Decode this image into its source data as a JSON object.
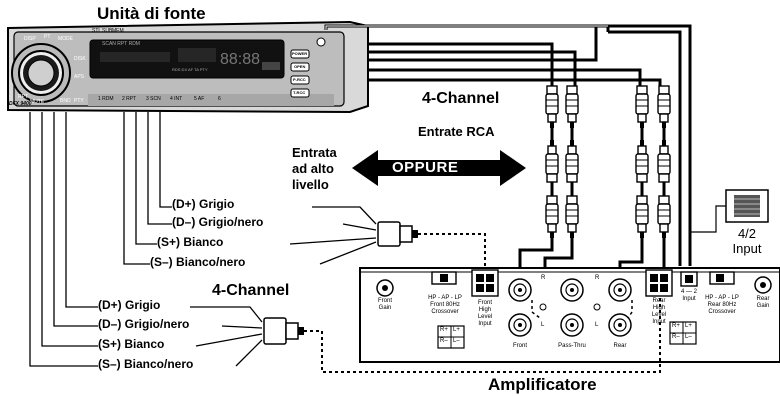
{
  "title": "Unità di fonte",
  "amplifier_title": "Amplificatore",
  "head_unit": {
    "model": "DFX 9400",
    "top_small": [
      "DISP",
      "PT",
      "MODE",
      "STL",
      "SUB",
      "MEM",
      "DISK",
      "APS",
      "RPT"
    ],
    "side_buttons": [
      "POWER",
      "OPEN",
      "P-RCC",
      "T-RCC"
    ],
    "left_buttons": [
      "BND",
      "MUTE",
      "PTY"
    ],
    "presets": [
      "1 RDM",
      "2 RPT",
      "3 SCN",
      "4 INT",
      "5 AF",
      "6"
    ],
    "display_top": "SCAN RPT RDM",
    "display_bottom": "RDS DX AF TA PTY"
  },
  "rca_top_label": "4-Channel",
  "rca_bottom_label": "Entrate RCA",
  "or_block": {
    "line1": "Entrata",
    "line2": "ad alto",
    "line3": "livello",
    "oppure": "OPPURE"
  },
  "input_4_2": {
    "line1": "4/2",
    "line2": "Input"
  },
  "upper_wires": [
    "(D+) Grigio",
    "(D–) Grigio/nero",
    "(S+) Bianco",
    "(S–) Bianco/nero"
  ],
  "lower_channel_label": "4-Channel",
  "lower_wires": [
    "(D+) Grigio",
    "(D–) Grigio/nero",
    "(S+) Bianco",
    "(S–) Bianco/nero"
  ],
  "panel": {
    "front_gain": [
      "Front",
      "Gain"
    ],
    "rear_gain": [
      "Rear",
      "Gain"
    ],
    "front_crossover": [
      "HP - AP - LP",
      "Front 80Hz",
      "Crossover"
    ],
    "rear_crossover": [
      "HP - AP - LP",
      "Rear 80Hz",
      "Crossover"
    ],
    "front_high": [
      "Front",
      "High",
      "Level",
      "Input"
    ],
    "rear_high": [
      "Rear",
      "High",
      "Level",
      "Input"
    ],
    "front_rca": "Front",
    "passthru_rca": "Pass-Thru",
    "rear_rca": "Rear",
    "switch_label": [
      "4 — 2",
      "Input"
    ],
    "rca_marks": {
      "r": "R",
      "l": "L"
    },
    "terminals": {
      "rp": "R+",
      "lp": "L+",
      "rm": "R–",
      "lm": "L–"
    }
  }
}
